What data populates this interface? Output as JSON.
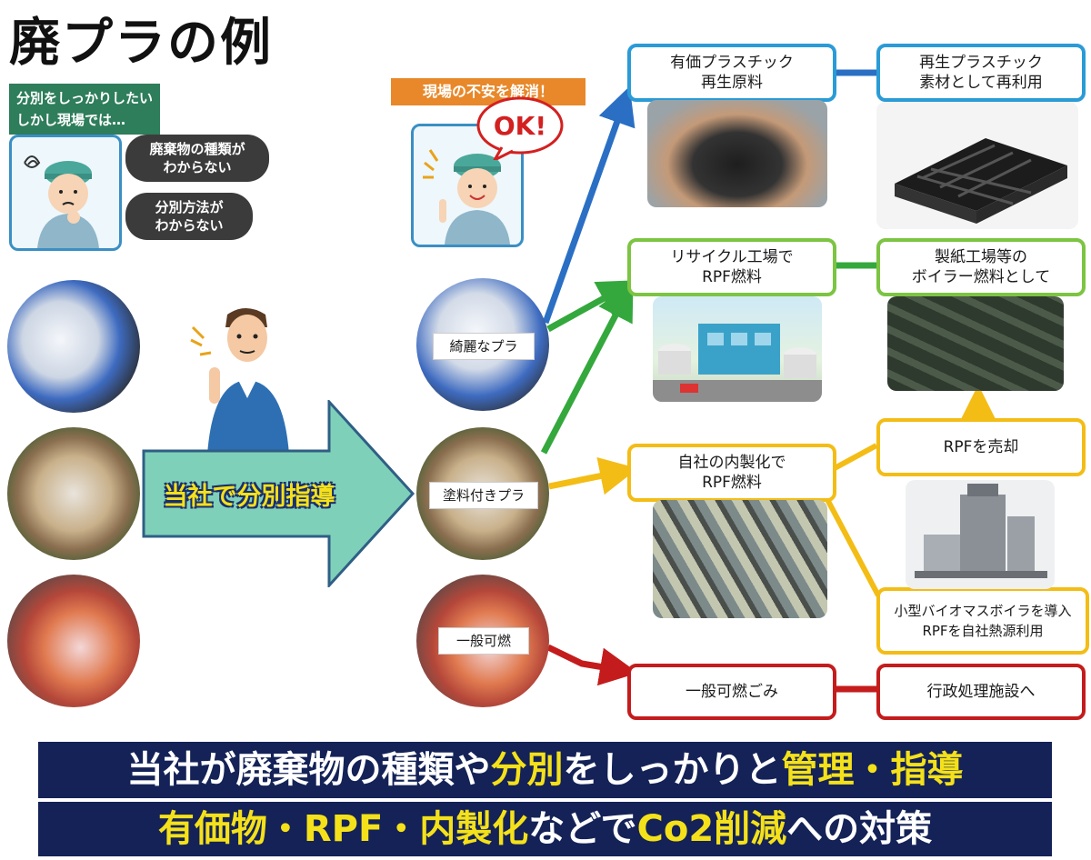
{
  "title": "廃プラの例",
  "worry": {
    "label_line1": "分別をしっかりしたい",
    "label_line2": "しかし現場では…",
    "bubble1_line1": "廃棄物の種類が",
    "bubble1_line2": "わからない",
    "bubble2_line1": "分別方法が",
    "bubble2_line2": "わからない"
  },
  "relief": {
    "label": "現場の不安を解消！",
    "ok": "OK!"
  },
  "center_arrow": {
    "text": "当社で分別指導"
  },
  "waste_types": [
    {
      "label": "綺麗なプラ"
    },
    {
      "label": "塗料付きプラ"
    },
    {
      "label": "一般可燃"
    }
  ],
  "boxes": {
    "valuable": "有価プラスチック\n再生原料",
    "recycled_material": "再生プラスチック\n素材として再利用",
    "recycle_plant": "リサイクル工場で\nRPF燃料",
    "boiler_fuel": "製紙工場等の\nボイラー燃料として",
    "inhouse": "自社の内製化で\nRPF燃料",
    "sell_rpf": "RPFを売却",
    "biomass": "小型バイオマスボイラを導入\nRPFを自社熱源利用",
    "general": "一般可燃ごみ",
    "municipal": "行政処理施設へ"
  },
  "colors": {
    "blue": "#2a9bd6",
    "green": "#7cc442",
    "yellow": "#f3bd16",
    "red": "#c41c1c",
    "banner": "#142257",
    "highlight": "#f4e11a"
  },
  "banner1": {
    "p1": "当社が廃棄物の種類や",
    "h1": "分別",
    "p2": "をしっかりと",
    "h2": "管理・指導"
  },
  "banner2": {
    "h1": "有価物・RPF・内製化",
    "p1": "などで",
    "h2": "Co2削減",
    "p2": "への対策"
  }
}
